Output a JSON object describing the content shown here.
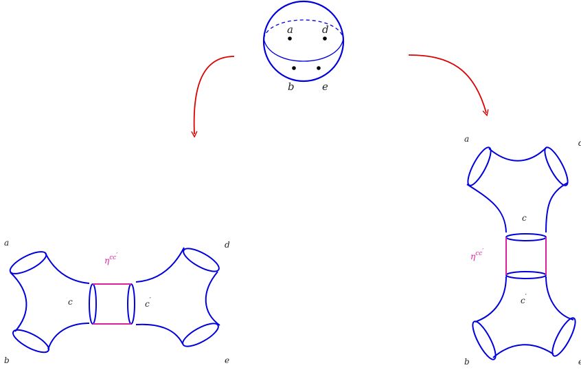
{
  "colors": {
    "surface": "#0000dd",
    "arrow": "#dd0000",
    "propagator": "#dd1f9e",
    "text": "#222222",
    "point": "#000000"
  },
  "sphere": {
    "labels": {
      "a": "a",
      "d": "d",
      "b": "b",
      "e": "e"
    }
  },
  "left_diagram": {
    "corner_labels": {
      "top_left": "a",
      "top_right": "d",
      "bottom_left": "b",
      "bottom_right": "e"
    },
    "cut_labels": {
      "left": "c",
      "right_base": "c",
      "right_prime": "′"
    },
    "eta": {
      "base": "η",
      "sup": "cc",
      "sup_prime": "′"
    }
  },
  "right_diagram": {
    "corner_labels": {
      "top_left": "a",
      "top_right": "d",
      "bottom_left": "b",
      "bottom_right": "e"
    },
    "cut_labels": {
      "top": "c",
      "bottom_base": "c",
      "bottom_prime": "′"
    },
    "eta": {
      "base": "η",
      "sup": "cc",
      "sup_prime": "′"
    }
  }
}
